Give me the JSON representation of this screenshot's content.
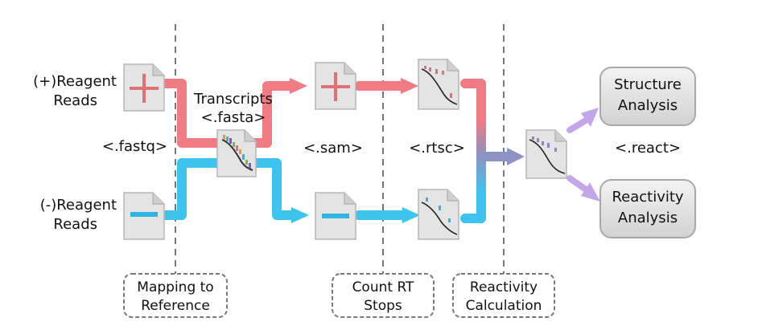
{
  "inputs": {
    "plus_reads": {
      "line1": "(+)Reagent",
      "line2": "Reads"
    },
    "minus_reads": {
      "line1": "(-)Reagent",
      "line2": "Reads"
    }
  },
  "formats": {
    "fastq": "<.fastq>",
    "transcripts_line1": "Transcripts",
    "transcripts_line2": "<.fasta>",
    "sam": "<.sam>",
    "rtsc": "<.rtsc>",
    "react": "<.react>"
  },
  "stages": {
    "mapping": {
      "line1": "Mapping to",
      "line2": "Reference"
    },
    "count": {
      "line1": "Count RT",
      "line2": "Stops"
    },
    "reactivity": {
      "line1": "Reactivity",
      "line2": "Calculation"
    }
  },
  "outputs": {
    "structure": {
      "line1": "Structure",
      "line2": "Analysis"
    },
    "reactivity": {
      "line1": "Reactivity",
      "line2": "Analysis"
    }
  },
  "colors": {
    "plus": "#f07b82",
    "minus": "#3cc3ee",
    "merge": "#8a93c4",
    "output_arrow": "#c3a6ea",
    "doc_fill": "#e4e4e4",
    "dashed_line": "#777777"
  }
}
